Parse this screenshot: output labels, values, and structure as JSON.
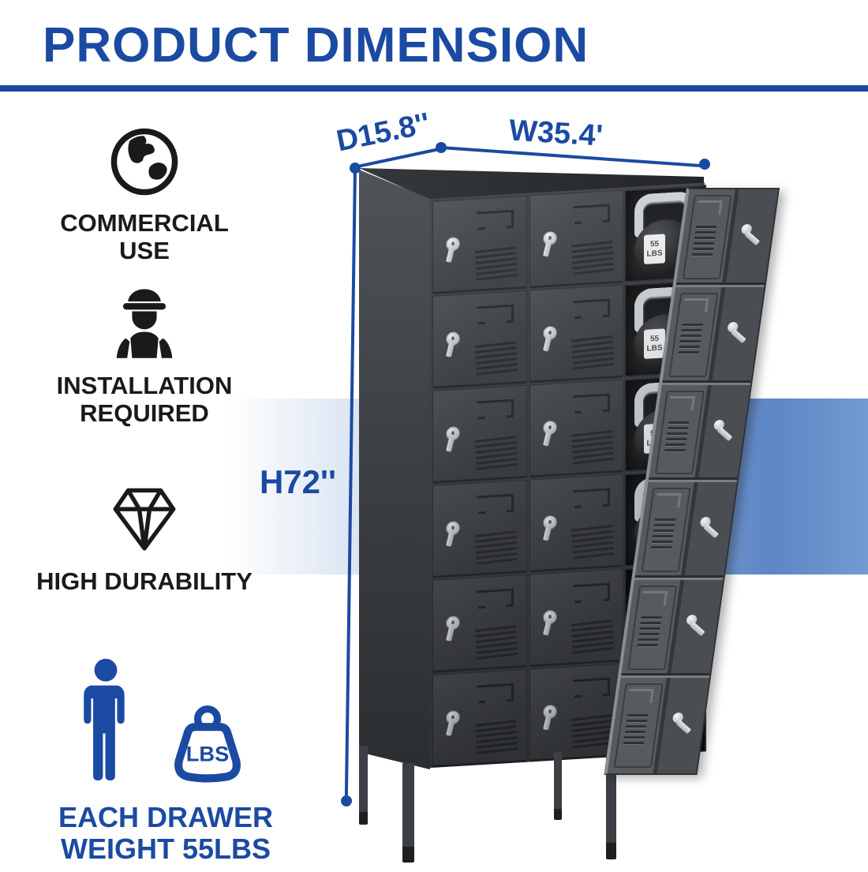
{
  "title": "PRODUCT DIMENSION",
  "features": [
    {
      "icon": "globe-icon",
      "line1": "COMMERCIAL",
      "line2": "USE"
    },
    {
      "icon": "worker-icon",
      "line1": "INSTALLATION",
      "line2": "REQUIRED"
    },
    {
      "icon": "diamond-icon",
      "line1": "HIGH DURABILITY",
      "line2": ""
    }
  ],
  "capacity": {
    "person_icon": "person-icon",
    "weight_icon": "weight-icon",
    "weight_icon_label": "LBS",
    "caption_line1": "EACH DRAWER",
    "caption_line2": "WEIGHT 55LBS"
  },
  "dimensions": {
    "depth": "D15.8''",
    "width": "W35.4'",
    "height": "H72''"
  },
  "locker": {
    "closed_door_columns": 2,
    "open_column_count": 1,
    "rows": 6,
    "kettlebell_label_line1": "55",
    "kettlebell_label_line2": "LBS"
  },
  "colors": {
    "accent_blue": "#1b4aa2",
    "band_blue": "#5d86c5",
    "band_light": "#dbe5f2",
    "cabinet_gray": "#3e4145",
    "interior_black": "#17191b",
    "silver": "#ccd0d4"
  }
}
